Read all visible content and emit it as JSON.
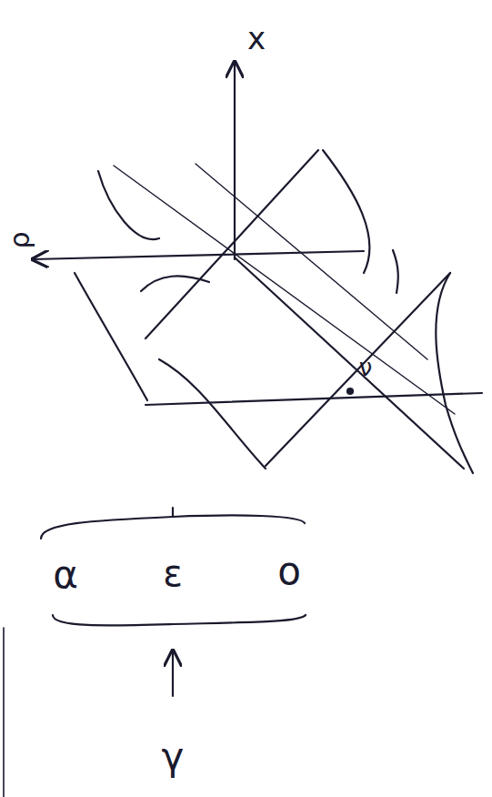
{
  "diagram": {
    "labels": [
      "x",
      "ρ",
      "ν",
      "α",
      "ε",
      "ο",
      "γ"
    ]
  }
}
